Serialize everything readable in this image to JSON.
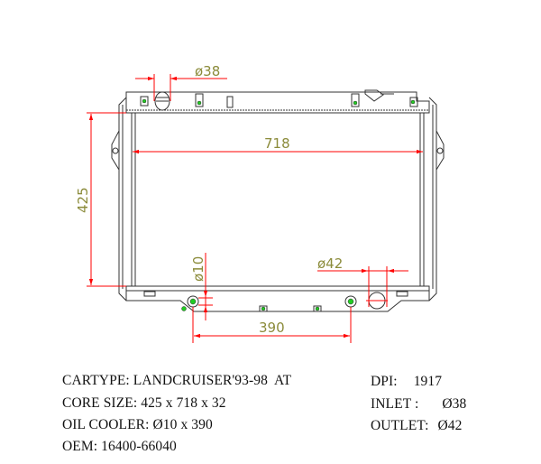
{
  "diagram": {
    "subject": "radiator",
    "dimensions": {
      "inlet_label": "ø38",
      "width_label": "718",
      "height_label": "425",
      "oil_cooler_dia_label": "ø10",
      "outlet_label": "ø42",
      "oil_cooler_spacing_label": "390"
    },
    "colors": {
      "outline": "#333333",
      "dimension_line": "#ff0000",
      "dimension_text": "#8b8b3a",
      "fastener": "#22cc22"
    }
  },
  "specs": {
    "left": [
      {
        "label": "CARTYPE:",
        "value": "LANDCRUISER'93-98  AT"
      },
      {
        "label": "CORE SIZE:",
        "value": "425 x 718 x 32"
      },
      {
        "label": "OIL COOLER:",
        "value": "Ø10 x 390"
      },
      {
        "label": "OEM:",
        "value": "16400-66040"
      }
    ],
    "right": [
      {
        "label": "DPI:",
        "value": "1917"
      },
      {
        "label": "INLET :",
        "value": "Ø38"
      },
      {
        "label": "OUTLET:",
        "value": "Ø42"
      }
    ]
  }
}
